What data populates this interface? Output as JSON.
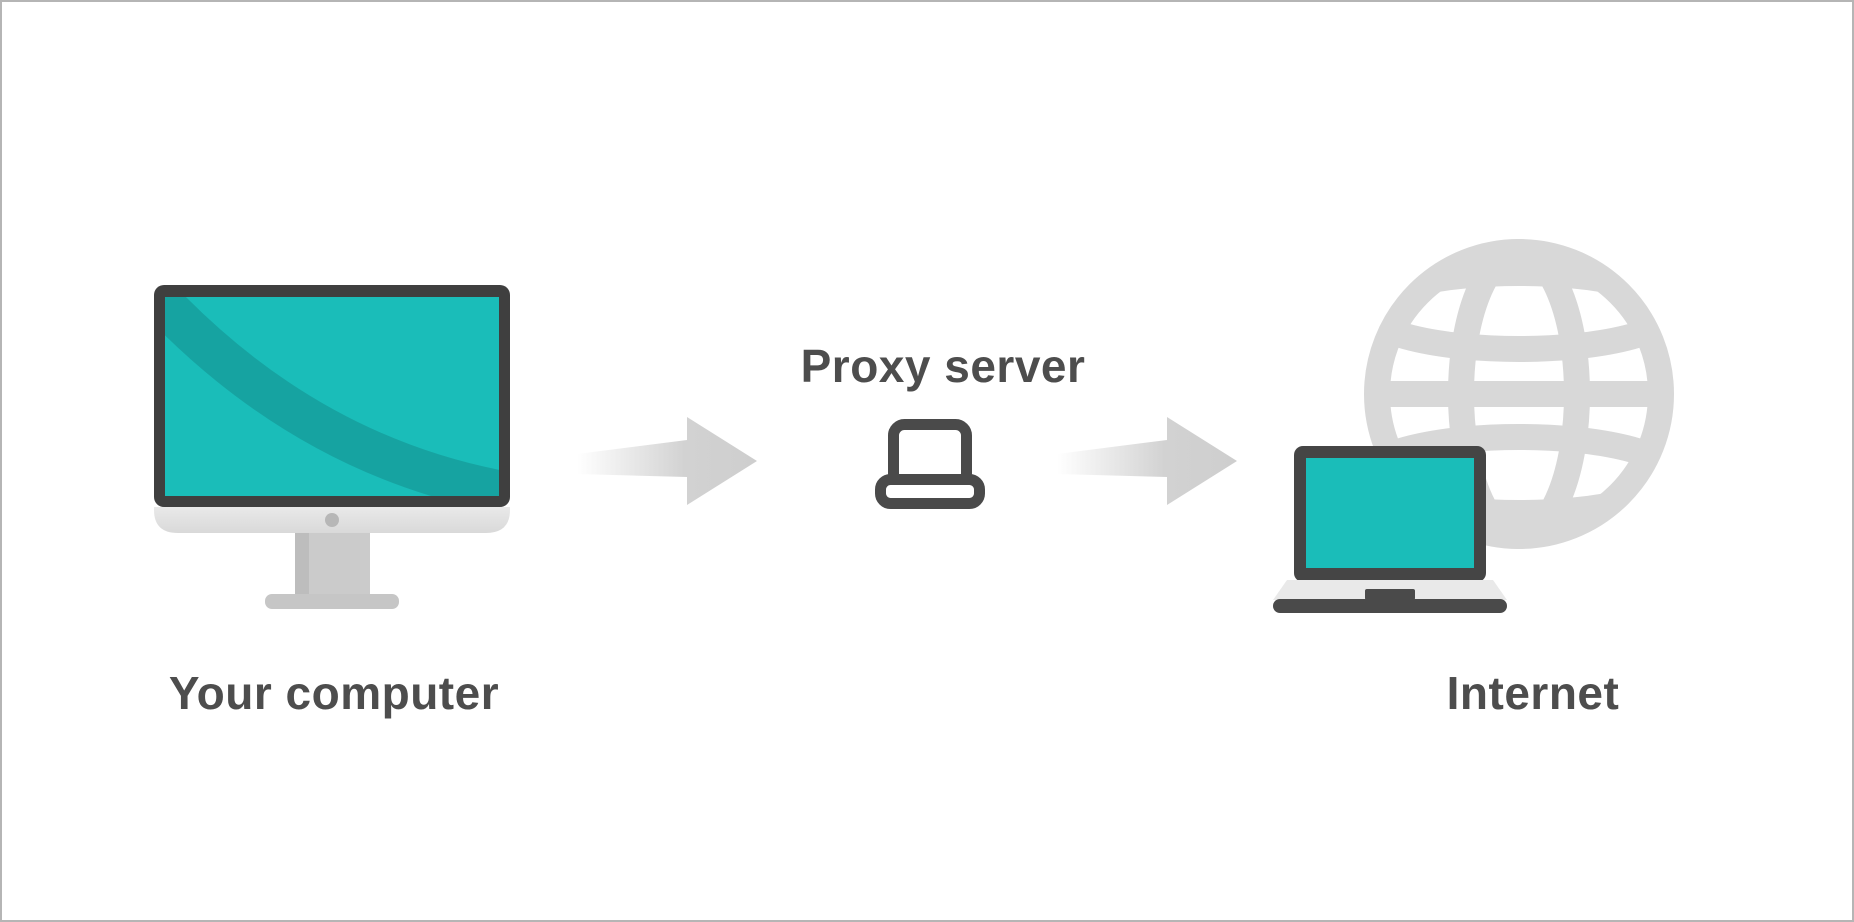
{
  "diagram": {
    "type": "flow",
    "direction": "left-to-right",
    "nodes": [
      {
        "id": "your-computer",
        "label": "Your computer",
        "icon": "desktop-monitor-icon",
        "screen_color": "#1abdb9"
      },
      {
        "id": "proxy-server",
        "label": "Proxy server",
        "icon": "laptop-outline-icon",
        "icon_color": "#4a4a4a"
      },
      {
        "id": "internet",
        "label": "Internet",
        "icon": "laptop-with-globe-icon",
        "screen_color": "#1abdb9"
      }
    ],
    "connections": [
      {
        "from": "your-computer",
        "to": "proxy-server",
        "shape": "right-arrow",
        "color": "#d2d2d2"
      },
      {
        "from": "proxy-server",
        "to": "internet",
        "shape": "right-arrow",
        "color": "#d2d2d2"
      }
    ],
    "colors": {
      "teal_screen": "#1abdb9",
      "teal_swoosh": "#16a3a1",
      "dark_frame": "#3f3f3f",
      "label_text": "#4d4d4d",
      "arrow_gray": "#d2d2d2",
      "globe_gray": "#d8d8d8",
      "stand_gray": "#cbcbcb",
      "chin_gray": "#e3e3e3",
      "canvas_border": "#b5b5b5",
      "background": "#ffffff"
    }
  }
}
